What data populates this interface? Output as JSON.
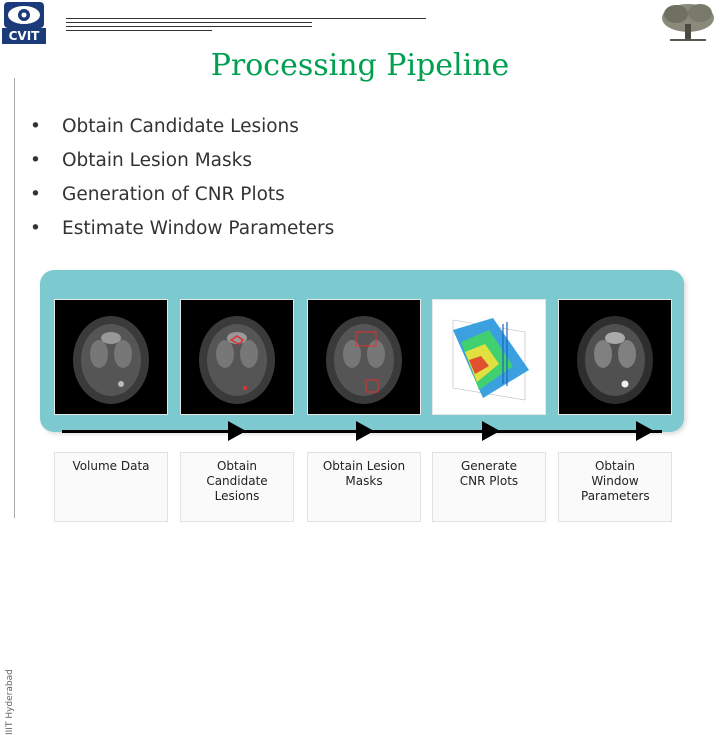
{
  "header": {
    "logo_text": "CVIT",
    "title": "Processing Pipeline",
    "side_label": "IIIT Hyderabad"
  },
  "bullets": [
    "Obtain Candidate Lesions",
    "Obtain Lesion Masks",
    "Generation of CNR Plots",
    "Estimate Window Parameters"
  ],
  "pipeline": {
    "accent_color": "#7ccad0",
    "stages": [
      {
        "label": "Volume Data",
        "image": "brain-scan"
      },
      {
        "label": "Obtain Candidate Lesions",
        "image": "brain-scan-candidates"
      },
      {
        "label": "Obtain Lesion Masks",
        "image": "brain-scan-masks"
      },
      {
        "label": "Generate CNR Plots",
        "image": "cnr-surface-plot"
      },
      {
        "label": "Obtain Window Parameters",
        "image": "brain-scan-windowed"
      }
    ]
  },
  "colors": {
    "title": "#00a050",
    "panel": "#7ccad0",
    "logo": "#1b3a7a"
  }
}
